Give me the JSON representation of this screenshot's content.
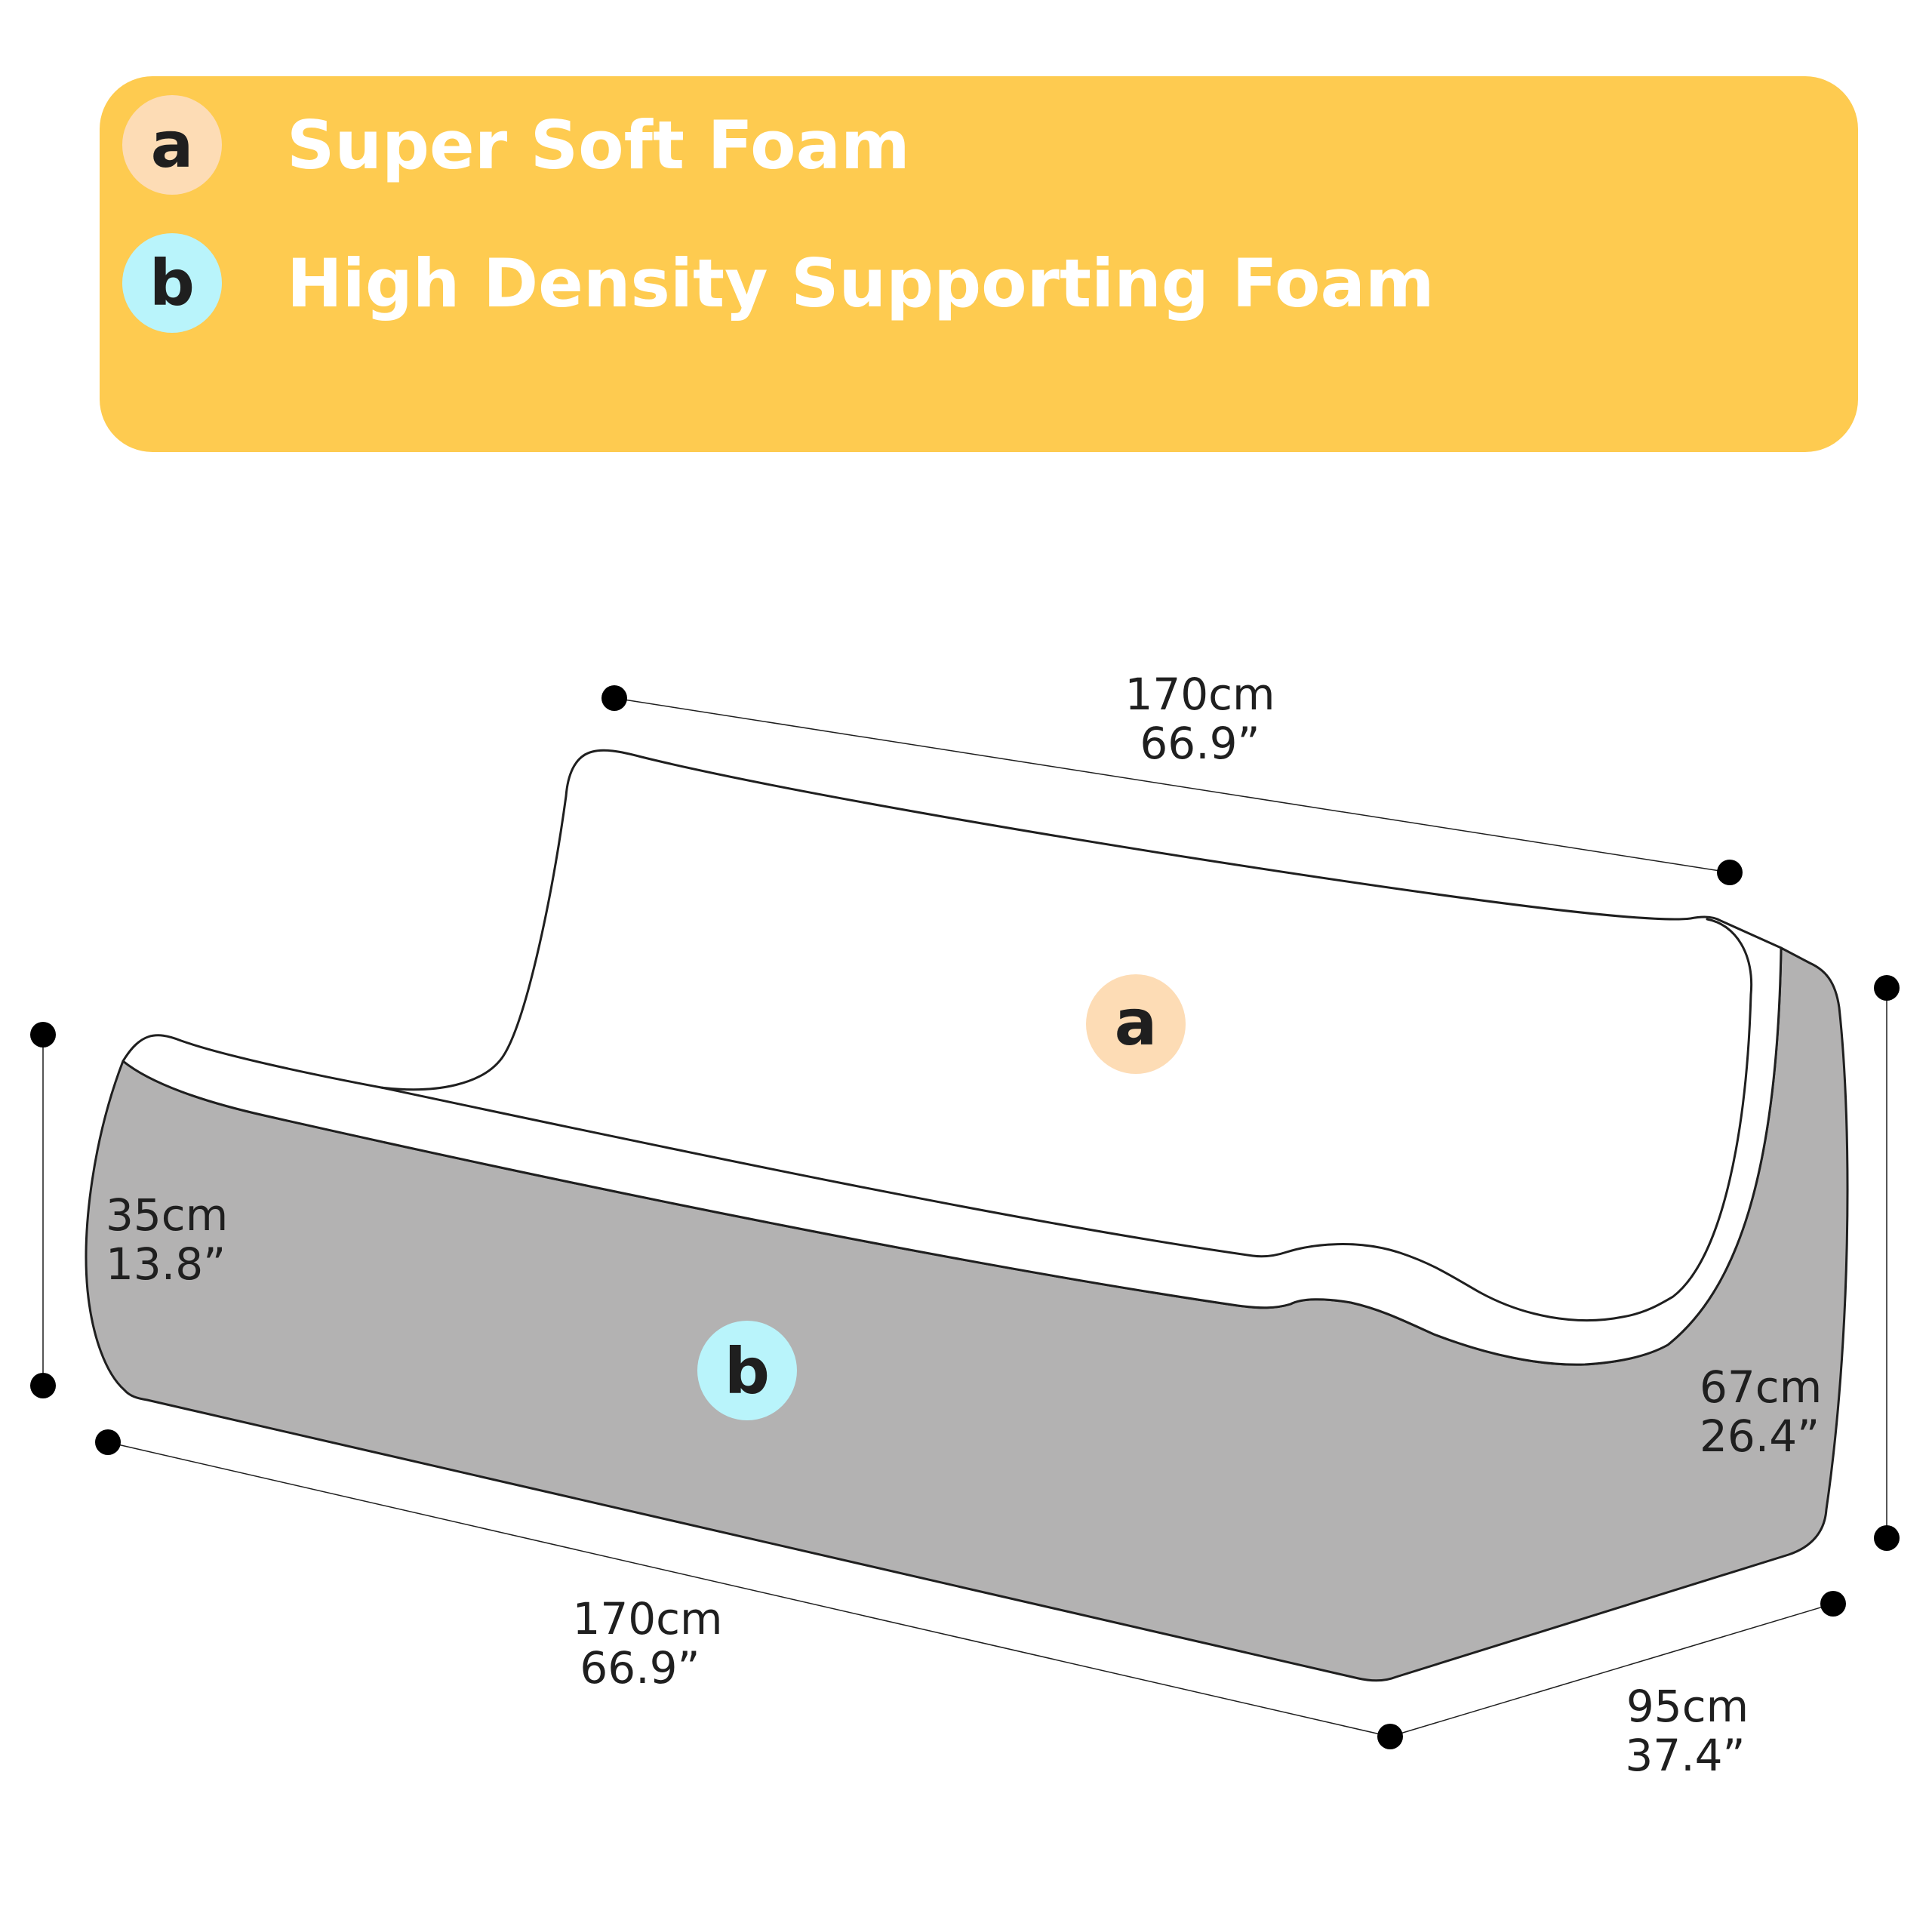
{
  "legend": {
    "items": [
      {
        "key": "a",
        "label": "Super Soft Foam",
        "color": "#fddcb5"
      },
      {
        "key": "b",
        "label": "High Density Supporting Foam",
        "color": "#b9f4fb"
      }
    ],
    "background": "#fecb50"
  },
  "diagram": {
    "markers": {
      "a": "a",
      "b": "b"
    },
    "colors": {
      "soft_foam": "#ffffff",
      "support_foam": "#b3b2b2",
      "outline": "#1f1f1f"
    },
    "dimensions": {
      "back_length": {
        "metric": "170cm",
        "imperial": "66.9”"
      },
      "front_length": {
        "metric": "170cm",
        "imperial": "66.9”"
      },
      "side_height": {
        "metric": "35cm",
        "imperial": "13.8”"
      },
      "back_height": {
        "metric": "67cm",
        "imperial": "26.4”"
      },
      "depth": {
        "metric": "95cm",
        "imperial": "37.4”"
      }
    }
  }
}
